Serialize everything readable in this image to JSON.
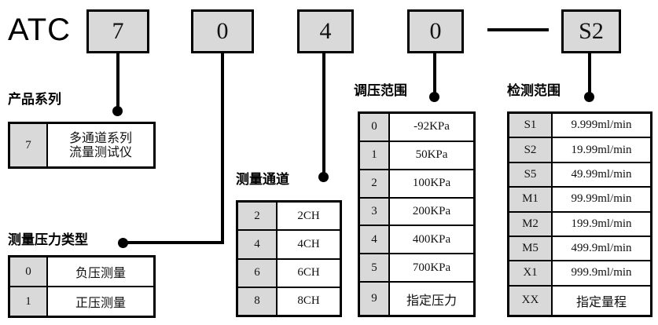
{
  "header": {
    "prefix": "ATC",
    "separator": "—",
    "code_boxes": [
      {
        "name": "series",
        "value": "7"
      },
      {
        "name": "pressure-type",
        "value": "0"
      },
      {
        "name": "channel",
        "value": "4"
      },
      {
        "name": "pressure-range",
        "value": "0"
      },
      {
        "name": "detection-range",
        "value": "S2"
      }
    ]
  },
  "sections": {
    "series": {
      "caption": "产品系列",
      "rows": [
        {
          "code": "7",
          "desc": "多通道系列\n流量测试仪"
        }
      ]
    },
    "pressure_type": {
      "caption": "测量压力类型",
      "rows": [
        {
          "code": "0",
          "desc": "负压测量"
        },
        {
          "code": "1",
          "desc": "正压测量"
        }
      ]
    },
    "channel": {
      "caption": "测量通道",
      "rows": [
        {
          "code": "2",
          "desc": "2CH"
        },
        {
          "code": "4",
          "desc": "4CH"
        },
        {
          "code": "6",
          "desc": "6CH"
        },
        {
          "code": "8",
          "desc": "8CH"
        }
      ]
    },
    "pressure_range": {
      "caption": "调压范围",
      "rows": [
        {
          "code": "0",
          "desc": "-92KPa"
        },
        {
          "code": "1",
          "desc": "50KPa"
        },
        {
          "code": "2",
          "desc": "100KPa"
        },
        {
          "code": "3",
          "desc": "200KPa"
        },
        {
          "code": "4",
          "desc": "400KPa"
        },
        {
          "code": "5",
          "desc": "700KPa"
        },
        {
          "code": "9",
          "desc": "指定压力"
        }
      ]
    },
    "detection_range": {
      "caption": "检测范围",
      "rows": [
        {
          "code": "S1",
          "desc": "9.999ml/min"
        },
        {
          "code": "S2",
          "desc": "19.99ml/min"
        },
        {
          "code": "S5",
          "desc": "49.99ml/min"
        },
        {
          "code": "M1",
          "desc": "99.99ml/min"
        },
        {
          "code": "M2",
          "desc": "199.9ml/min"
        },
        {
          "code": "M5",
          "desc": "499.9ml/min"
        },
        {
          "code": "X1",
          "desc": "999.9ml/min"
        },
        {
          "code": "XX",
          "desc": "指定量程"
        }
      ]
    }
  },
  "colors": {
    "box_fill": "#d9d9d9",
    "line": "#000000",
    "background": "#ffffff"
  }
}
